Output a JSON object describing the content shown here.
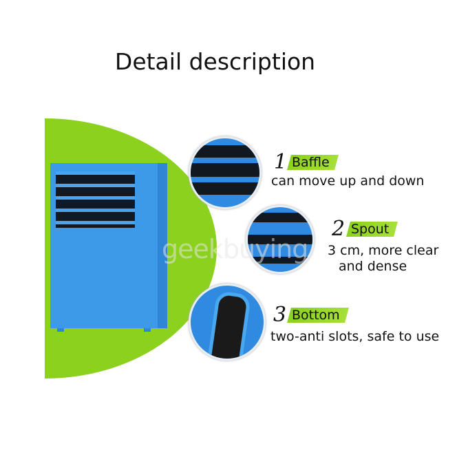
{
  "title": "Detail description",
  "watermark": "geekbuying",
  "colors": {
    "accent_green": "#8cd11e",
    "product_blue": "#3d9ae8"
  },
  "features": [
    {
      "number": "1",
      "name": "Baffle",
      "description": [
        "can move up and down"
      ]
    },
    {
      "number": "2",
      "name": "Spout",
      "description": [
        "3 cm, more clear",
        "and dense"
      ]
    },
    {
      "number": "3",
      "name": "Bottom",
      "description": [
        "two-anti slots, safe to use"
      ]
    }
  ]
}
